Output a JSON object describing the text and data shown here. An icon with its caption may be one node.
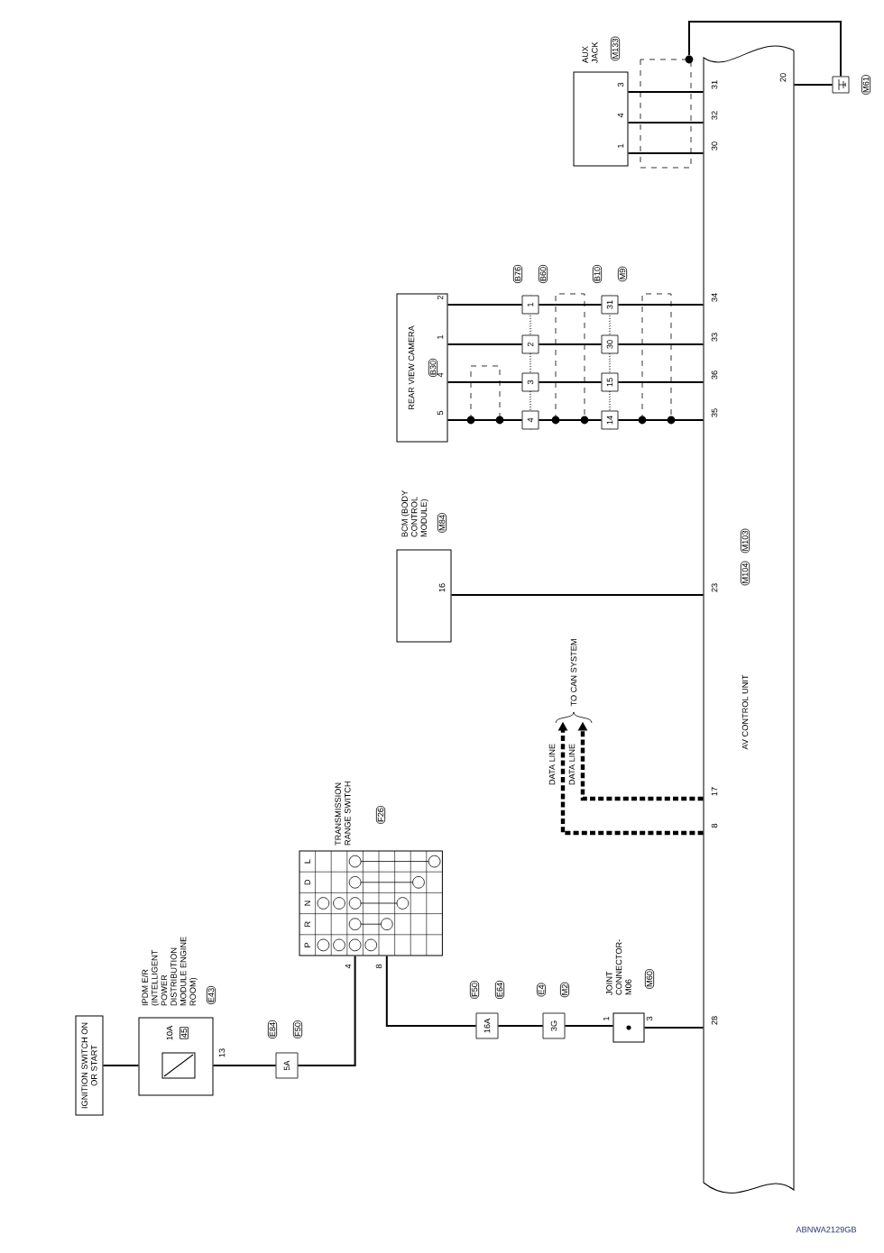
{
  "diagram": {
    "nodes": [
      {
        "text": [
          "IGNITION SWITCH ON OR START"
        ]
      },
      {
        "text": [
          "IPDM E/R (INTELLIGENT POWER DISTRIBUTION MODULE ENGINE ROOM)",
          "E43",
          "10A",
          "45",
          "13"
        ]
      },
      {
        "text": [
          "5A",
          "E84",
          "F50"
        ]
      },
      {
        "text": [
          "TRANSMISSION RANGE SWITCH",
          "F26",
          "P",
          "R",
          "N",
          "D",
          "L",
          "4",
          "8"
        ]
      },
      {
        "text": [
          "16A",
          "F50",
          "E64"
        ]
      },
      {
        "text": [
          "3G",
          "E4",
          "M2"
        ]
      },
      {
        "text": [
          "JOINT CONNECTOR-M06",
          "M60",
          "1",
          "3"
        ]
      },
      {
        "text": [
          "AV CONTROL UNIT",
          "M103",
          "M104",
          "20",
          "31",
          "32",
          "30",
          "34",
          "33",
          "36",
          "35",
          "23",
          "17",
          "8",
          "28"
        ]
      },
      {
        "text": [
          "BCM (BODY CONTROL MODULE)",
          "M84",
          "16"
        ]
      },
      {
        "text": [
          "REAR VIEW CAMERA",
          "B30",
          "2",
          "1",
          "4",
          "5"
        ]
      },
      {
        "text": [
          "AUX JACK",
          "M133",
          "3",
          "4",
          "1"
        ]
      },
      {
        "text": [
          "M61"
        ]
      },
      {
        "text": [
          "1",
          "B76",
          "B60"
        ]
      },
      {
        "text": [
          "2"
        ]
      },
      {
        "text": [
          "3"
        ]
      },
      {
        "text": [
          "4"
        ]
      },
      {
        "text": [
          "31",
          "B10",
          "M9"
        ]
      },
      {
        "text": [
          "30"
        ]
      },
      {
        "text": [
          "15"
        ]
      },
      {
        "text": [
          "14"
        ]
      },
      {
        "text": [
          "TO CAN SYSTEM"
        ]
      },
      {
        "text": [],
        "shape": "circle"
      }
    ],
    "edges": [
      {
        "from": 0,
        "to": 1,
        "arrow": "none"
      },
      {
        "from": 1,
        "to": 2,
        "arrow": "none"
      },
      {
        "from": 2,
        "to": 3,
        "arrow": "none"
      },
      {
        "from": 3,
        "to": 4,
        "arrow": "none"
      },
      {
        "from": 4,
        "to": 5,
        "arrow": "none"
      },
      {
        "from": 5,
        "to": 6,
        "arrow": "none"
      },
      {
        "from": 6,
        "to": 7,
        "arrow": "none"
      },
      {
        "from": 8,
        "to": 7,
        "arrow": "none"
      },
      {
        "from": 7,
        "to": 20,
        "arrow": "to",
        "style": "dashed",
        "label": "DATA LINE"
      },
      {
        "from": 7,
        "to": 20,
        "arrow": "to",
        "style": "dashed",
        "label": "DATA LINE"
      },
      {
        "from": 10,
        "to": 7,
        "arrow": "none"
      },
      {
        "from": 10,
        "to": 7,
        "arrow": "none"
      },
      {
        "from": 10,
        "to": 7,
        "arrow": "none"
      },
      {
        "from": 7,
        "to": 11,
        "arrow": "none"
      },
      {
        "from": 9,
        "to": 12,
        "arrow": "none"
      },
      {
        "from": 9,
        "to": 13,
        "arrow": "none"
      },
      {
        "from": 9,
        "to": 14,
        "arrow": "none"
      },
      {
        "from": 9,
        "to": 15,
        "arrow": "none"
      },
      {
        "from": 12,
        "to": 16,
        "arrow": "none"
      },
      {
        "from": 13,
        "to": 17,
        "arrow": "none"
      },
      {
        "from": 14,
        "to": 18,
        "arrow": "none"
      },
      {
        "from": 15,
        "to": 19,
        "arrow": "none"
      },
      {
        "from": 16,
        "to": 7,
        "arrow": "none"
      },
      {
        "from": 17,
        "to": 7,
        "arrow": "none"
      },
      {
        "from": 18,
        "to": 7,
        "arrow": "none"
      },
      {
        "from": 19,
        "to": 7,
        "arrow": "none"
      },
      {
        "from": 21,
        "to": 11,
        "arrow": "none"
      }
    ],
    "labels": [
      "ABNWA2129GB"
    ]
  }
}
